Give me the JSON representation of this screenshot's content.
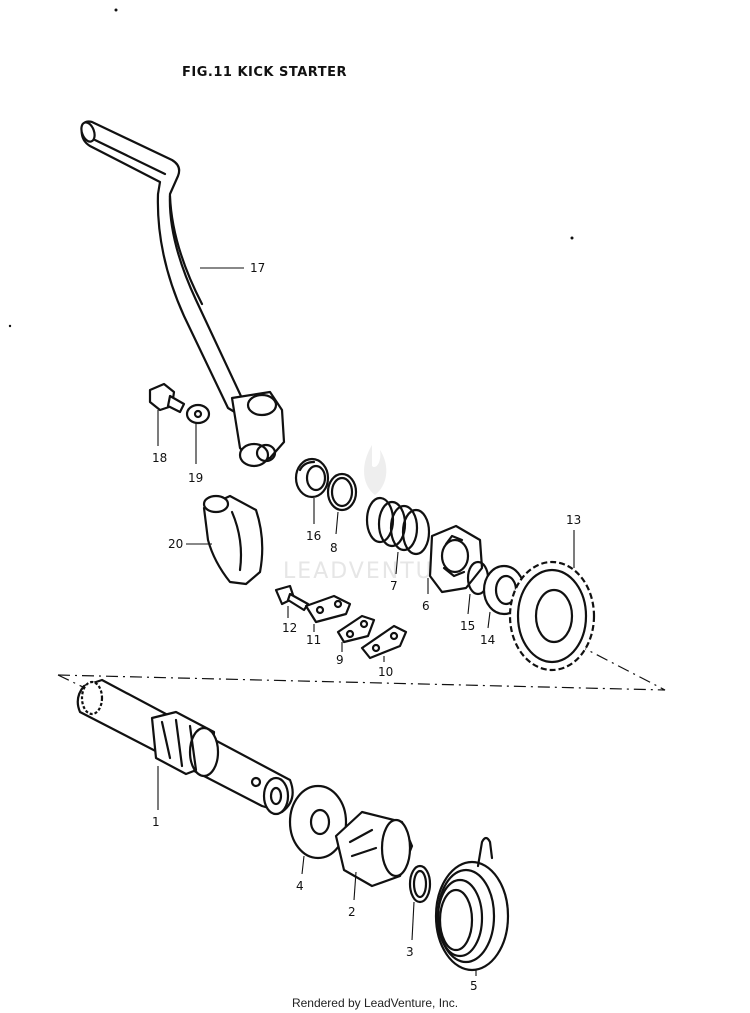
{
  "figure": {
    "title": "FIG.11  KICK STARTER",
    "watermark": "LEADVENTURE",
    "footer": "Rendered by LeadVenture, Inc."
  },
  "callouts": {
    "p1": "1",
    "p2": "2",
    "p3": "3",
    "p4": "4",
    "p5": "5",
    "p6": "6",
    "p7": "7",
    "p8": "8",
    "p9": "9",
    "p10": "10",
    "p11": "11",
    "p12": "12",
    "p13": "13",
    "p14": "14",
    "p15": "15",
    "p16": "16",
    "p17": "17",
    "p18": "18",
    "p19": "19",
    "p20": "20"
  }
}
